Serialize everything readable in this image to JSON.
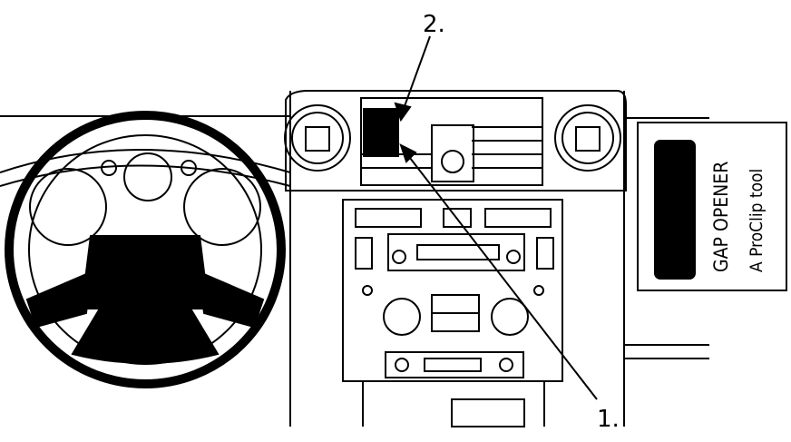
{
  "callouts": {
    "one": "1.",
    "two": "2."
  },
  "inset": {
    "title": "GAP OPENER",
    "subtitle": "A ProClip tool"
  },
  "colors": {
    "line": "#000000",
    "background": "#ffffff",
    "fill": "#000000"
  }
}
